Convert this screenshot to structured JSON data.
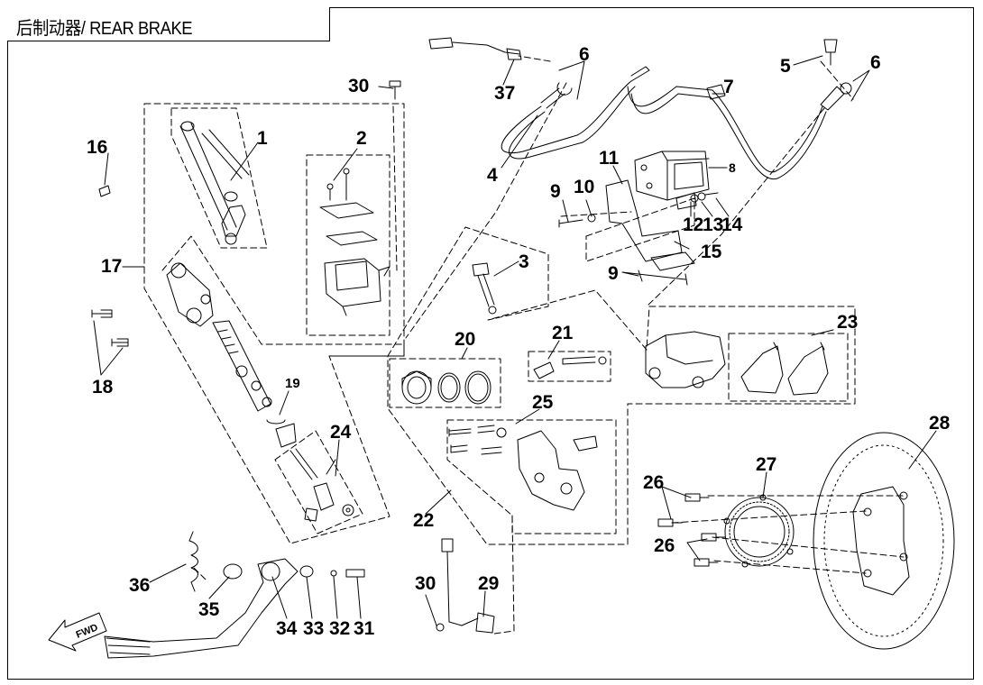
{
  "title": "后制动器/ REAR BRAKE",
  "fwd_label": "FWD",
  "callouts": [
    "1",
    "2",
    "3",
    "4",
    "5",
    "6",
    "6",
    "7",
    "8",
    "9",
    "9",
    "10",
    "11",
    "12",
    "13",
    "14",
    "15",
    "16",
    "17",
    "18",
    "19",
    "20",
    "21",
    "22",
    "23",
    "24",
    "25",
    "26",
    "26",
    "27",
    "28",
    "29",
    "30",
    "30",
    "31",
    "32",
    "33",
    "34",
    "35",
    "36",
    "37"
  ]
}
